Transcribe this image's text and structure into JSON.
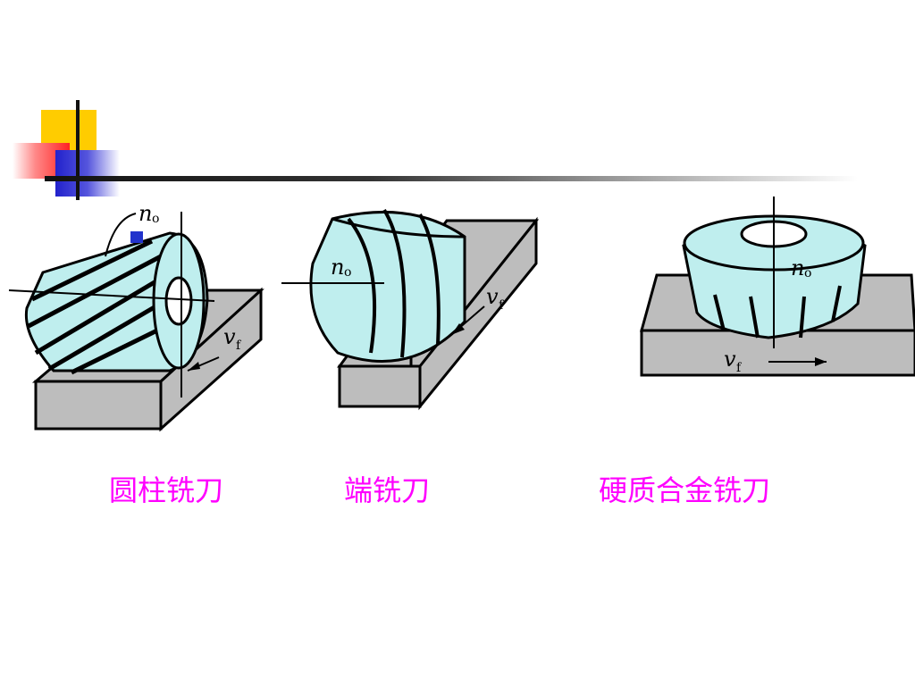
{
  "colors": {
    "caption": "#ff00ff",
    "cutter": "#bfeeee",
    "workpiece": "#bdbdbd",
    "outline": "#000000"
  },
  "figures": [
    {
      "caption": "圆柱铣刀",
      "rotation_label": "n",
      "rotation_sub": "o",
      "feed_label": "v",
      "feed_sub": "f"
    },
    {
      "caption": "端铣刀",
      "rotation_label": "n",
      "rotation_sub": "o",
      "feed_label": "v",
      "feed_sub": "f"
    },
    {
      "caption": "硬质合金铣刀",
      "rotation_label": "n",
      "rotation_sub": "o",
      "feed_label": "v",
      "feed_sub": "f"
    }
  ]
}
